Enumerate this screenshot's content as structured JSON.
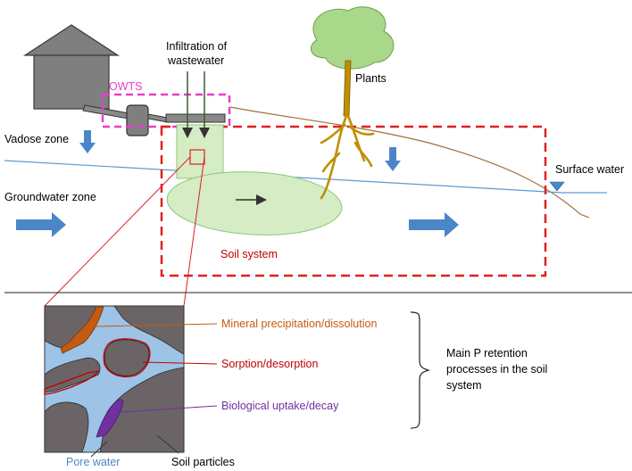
{
  "labels": {
    "infiltration": [
      "Infiltration of",
      "wastewater"
    ],
    "owts": "OWTS",
    "plants": "Plants",
    "vadose_zone": "Vadose zone",
    "surface_water": "Surface water",
    "groundwater_zone": "Groundwater zone",
    "soil_system": "Soil system",
    "mineral": "Mineral precipitation/dissolution",
    "sorption": "Sorption/desorption",
    "biological": "Biological uptake/decay",
    "main_p": [
      "Main P retention",
      "processes in the soil",
      "system"
    ],
    "pore_water": "Pore water",
    "soil_particles": "Soil particles"
  },
  "colors": {
    "owts_box": "#e83ec8",
    "soil_system_box": "#e02020",
    "water_line": "#5b9bd5",
    "flow_arrow": "#4a86c8",
    "plume": "#d5ecc4",
    "tree_canopy": "#a9d88b",
    "trunk": "#bf8f00",
    "root": "#a0703a",
    "pore_water": "#9dc3e6",
    "soil_particle": "#6b6466",
    "mineral": "#c55a11",
    "sorption": "#c00000",
    "biological": "#7030a0"
  }
}
